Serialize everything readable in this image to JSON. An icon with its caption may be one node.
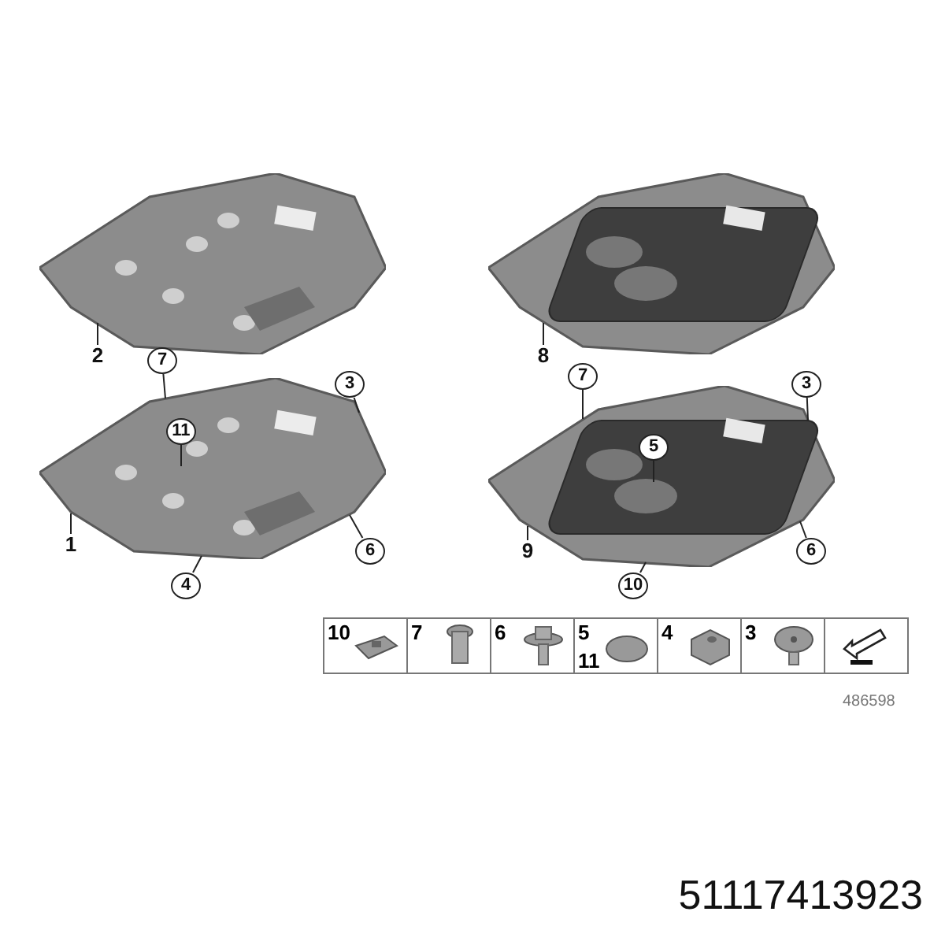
{
  "diagram": {
    "nodes": [
      {
        "text": [],
        "shape": "picture"
      },
      {
        "text": [],
        "shape": "picture"
      },
      {
        "text": [],
        "shape": "picture"
      },
      {
        "text": [],
        "shape": "picture"
      },
      {
        "text": [
          "2"
        ]
      },
      {
        "text": [
          "8"
        ]
      },
      {
        "text": [
          "7"
        ]
      },
      {
        "text": [
          "11"
        ],
        "in": 2
      },
      {
        "text": [
          "3"
        ]
      },
      {
        "text": [
          "1"
        ]
      },
      {
        "text": [
          "4"
        ]
      },
      {
        "text": [
          "6"
        ]
      },
      {
        "text": [
          "7"
        ]
      },
      {
        "text": [
          "5"
        ],
        "in": 3
      },
      {
        "text": [
          "3"
        ]
      },
      {
        "text": [
          "9"
        ]
      },
      {
        "text": [
          "10"
        ]
      },
      {
        "text": [
          "6"
        ]
      }
    ],
    "edges": [
      {
        "from": 4,
        "to": 0,
        "arrow": "none"
      },
      {
        "from": 5,
        "to": 1,
        "arrow": "none"
      },
      {
        "from": 6,
        "to": 2,
        "arrow": "none"
      },
      {
        "from": 7,
        "to": 2,
        "arrow": "none"
      },
      {
        "from": 8,
        "to": 2,
        "arrow": "none"
      },
      {
        "from": 9,
        "to": 2,
        "arrow": "none"
      },
      {
        "from": 10,
        "to": 2,
        "arrow": "none"
      },
      {
        "from": 11,
        "to": 2,
        "arrow": "none"
      },
      {
        "from": 12,
        "to": 3,
        "arrow": "none"
      },
      {
        "from": 13,
        "to": 3,
        "arrow": "none"
      },
      {
        "from": 14,
        "to": 3,
        "arrow": "none"
      },
      {
        "from": 15,
        "to": 3,
        "arrow": "none"
      },
      {
        "from": 16,
        "to": 3,
        "arrow": "none"
      },
      {
        "from": 17,
        "to": 3,
        "arrow": "none"
      }
    ],
    "labels": [
      "10",
      "7",
      "6",
      "5",
      "11",
      "4",
      "3",
      "486598",
      "51117413923"
    ]
  }
}
